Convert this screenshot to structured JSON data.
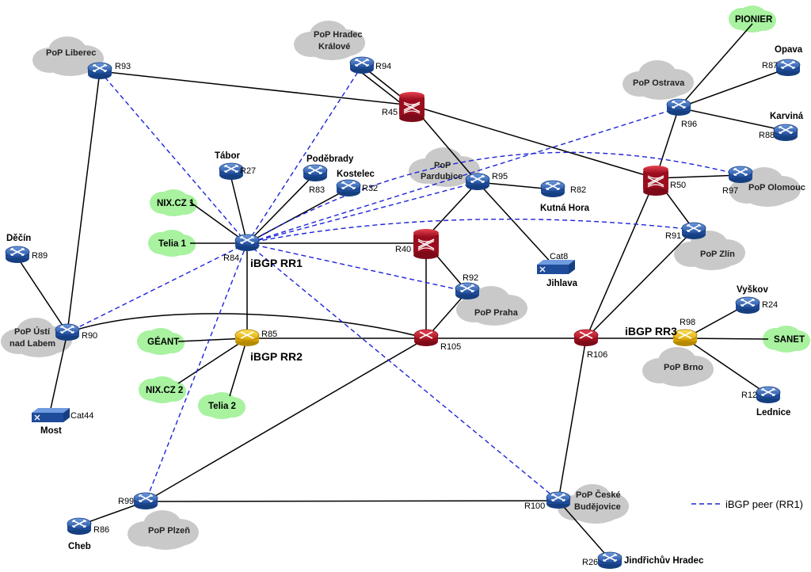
{
  "clouds": {
    "liberec": "PoP Liberec",
    "hradec_1": "PoP Hradec",
    "hradec_2": "Králové",
    "ostrava": "PoP Ostrava",
    "pardubice_1": "PoP",
    "pardubice_2": "Pardubice",
    "olomouc": "PoP Olomouc",
    "zlin": "PoP Zlín",
    "praha": "PoP Praha",
    "usti_1": "PoP Ústí",
    "usti_2": "nad Labem",
    "brno": "PoP Brno",
    "cb_1": "PoP České",
    "cb_2": "Budějovice",
    "plzen": "PoP Plzeň"
  },
  "peers": {
    "pionier": "PIONIER",
    "nix1": "NIX.CZ 1",
    "telia1": "Telia 1",
    "geant": "GÉANT",
    "nix2": "NIX.CZ 2",
    "telia2": "Telia 2",
    "sanet": "SANET"
  },
  "routers": {
    "r93": "R93",
    "r94": "R94",
    "r45": "R45",
    "r27": "R27",
    "r83": "R83",
    "r32": "R32",
    "r95": "R95",
    "r82": "R82",
    "r96": "R96",
    "r87": "R87",
    "r88": "R88",
    "r50": "R50",
    "r97": "R97",
    "r91": "R91",
    "r84": "R84",
    "r40": "R40",
    "r92": "R92",
    "r89": "R89",
    "r90": "R90",
    "r85": "R85",
    "r105": "R105",
    "r106": "R106",
    "r98": "R98",
    "r24": "R24",
    "r12": "R12",
    "r99": "R99",
    "r86": "R86",
    "r100": "R100",
    "r26": "R26",
    "cat8": "Cat8",
    "cat44": "Cat44"
  },
  "places": {
    "tabor": "Tábor",
    "podebrady": "Poděbrady",
    "kostelec": "Kostelec",
    "kutna_hora": "Kutná Hora",
    "jihlava": "Jihlava",
    "decin": "Děčín",
    "most": "Most",
    "opava": "Opava",
    "karvina": "Karviná",
    "vyskov": "Vyškov",
    "lednice": "Lednice",
    "cheb": "Cheb",
    "jindrichuv": "Jindřichův Hradec"
  },
  "rr": {
    "rr1": "iBGP RR1",
    "rr2": "iBGP RR2",
    "rr3": "iBGP RR3"
  },
  "legend": {
    "label": "iBGP peer (RR1)"
  },
  "colors": {
    "router_blue": "#2a5ba8",
    "core_red": "#c4122a",
    "rr_yellow": "#f2c418",
    "peer_green": "#a8f2a0",
    "cloud_gray": "#c8c8c8",
    "ibgp_blue": "#1d24d8"
  }
}
